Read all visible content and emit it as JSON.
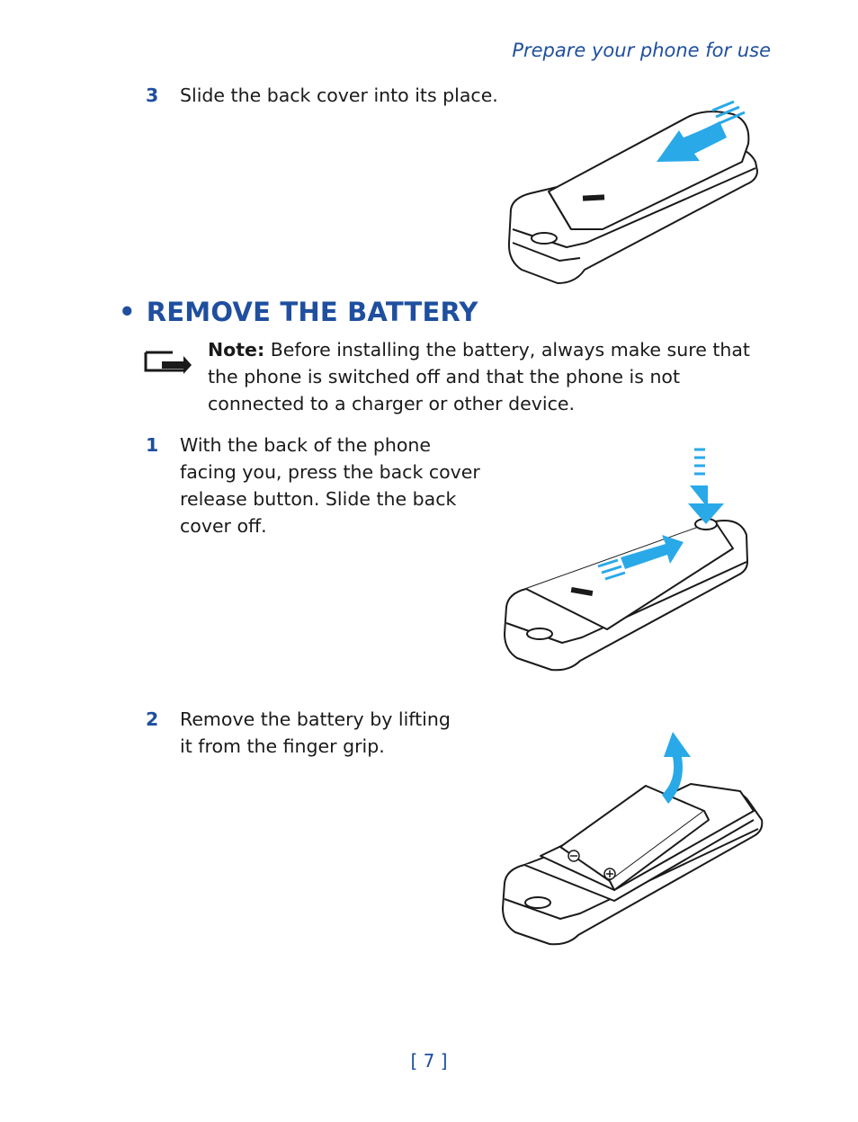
{
  "header": {
    "running_head": "Prepare your phone for use"
  },
  "step3": {
    "number": "3",
    "text": "Slide the back cover into its place."
  },
  "section": {
    "bullet": "•",
    "title": "REMOVE THE BATTERY"
  },
  "note": {
    "label": "Note:",
    "text": "Before installing the battery, always make sure that the phone is switched off and that the phone is not connected to a charger or other device."
  },
  "step1": {
    "number": "1",
    "text": "With the back of the phone facing you, press the back cover release button. Slide the back cover off."
  },
  "step2": {
    "number": "2",
    "text": "Remove the battery by lifting it from the finger grip."
  },
  "footer": {
    "page_number": "[ 7 ]"
  },
  "colors": {
    "accent": "#1f4f9e",
    "arrow": "#29a9e8"
  }
}
